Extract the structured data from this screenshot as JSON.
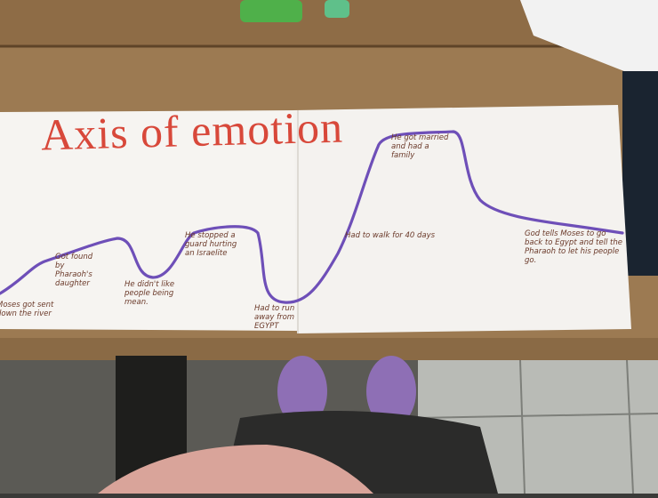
{
  "title": "Axis of emotion",
  "annotations": {
    "start": "Moses got sent down the river",
    "found": "Got found by Pharaoh's daughter",
    "didnt_like": "He didn't like people being mean.",
    "stopped_guard": "He stopped a guard hurting an Israelite",
    "ran_away": "Had to run away from EGYPT",
    "walk": "Had to walk for 40 days",
    "married": "He got married and had a family",
    "god_told": "God tells Moses to go back to Egypt and tell the Pharaoh to let his people go."
  },
  "colors": {
    "title": "#d8483a",
    "curve": "#6e4fb8",
    "paper": "#f6f4f1",
    "table": "#9c7a52"
  }
}
